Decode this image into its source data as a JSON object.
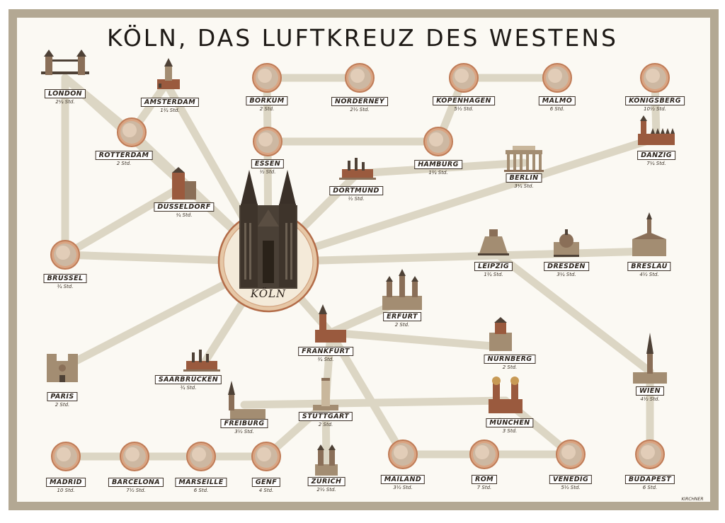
{
  "title": "KÖLN, DAS LUFTKREUZ DES WESTENS",
  "hub": {
    "name": "KÖLN"
  },
  "colors": {
    "frame": "#b3a893",
    "paper": "#fbf9f3",
    "route": "#dcd6c4",
    "marker_ring": "#c07c57",
    "label_border": "#3c3026"
  },
  "cities": [
    {
      "name": "LONDON",
      "time": "2¼ Std.",
      "pictogram": "tower-bridge-icon"
    },
    {
      "name": "AMSTERDAM",
      "time": "1¾ Std.",
      "pictogram": "amsterdam-tower-icon"
    },
    {
      "name": "ROTTERDAM",
      "time": "2 Std.",
      "pictogram": "airport-marker-icon"
    },
    {
      "name": "DÜSSELDORF",
      "time": "¼ Std.",
      "pictogram": "duesseldorf-building-icon"
    },
    {
      "name": "BRÜSSEL",
      "time": "¾ Std.",
      "pictogram": "airport-marker-icon"
    },
    {
      "name": "BORKUM",
      "time": "2 Std.",
      "pictogram": "airport-marker-icon"
    },
    {
      "name": "NORDERNEY",
      "time": "2½ Std.",
      "pictogram": "airport-marker-icon"
    },
    {
      "name": "KOPENHAGEN",
      "time": "5½ Std.",
      "pictogram": "airport-marker-icon"
    },
    {
      "name": "MALMÖ",
      "time": "6 Std.",
      "pictogram": "airport-marker-icon"
    },
    {
      "name": "KÖNIGSBERG",
      "time": "10½ Std.",
      "pictogram": "airport-marker-icon"
    },
    {
      "name": "ESSEN",
      "time": "½ Std.",
      "pictogram": "airport-marker-icon"
    },
    {
      "name": "HAMBURG",
      "time": "1¾ Std.",
      "pictogram": "airport-marker-icon"
    },
    {
      "name": "DORTMUND",
      "time": "½ Std.",
      "pictogram": "factory-icon"
    },
    {
      "name": "BERLIN",
      "time": "3¼ Std.",
      "pictogram": "brandenburg-gate-icon"
    },
    {
      "name": "DANZIG",
      "time": "7¼ Std.",
      "pictogram": "danzig-church-icon"
    },
    {
      "name": "LEIPZIG",
      "time": "1¾ Std.",
      "pictogram": "monument-icon"
    },
    {
      "name": "DRESDEN",
      "time": "3¼ Std.",
      "pictogram": "dome-church-icon"
    },
    {
      "name": "BRESLAU",
      "time": "4½ Std.",
      "pictogram": "town-hall-icon"
    },
    {
      "name": "ERFURT",
      "time": "2 Std.",
      "pictogram": "cathedral-icon"
    },
    {
      "name": "FRANKFURT",
      "time": "¾ Std.",
      "pictogram": "church-icon"
    },
    {
      "name": "NÜRNBERG",
      "time": "2 Std.",
      "pictogram": "castle-tower-icon"
    },
    {
      "name": "WIEN",
      "time": "4½ Std.",
      "pictogram": "spire-church-icon"
    },
    {
      "name": "PARIS",
      "time": "2 Std.",
      "pictogram": "notre-dame-icon"
    },
    {
      "name": "SAARBRÜCKEN",
      "time": "¾ Std.",
      "pictogram": "factory-icon"
    },
    {
      "name": "FREIBURG",
      "time": "3½ Std.",
      "pictogram": "minster-icon"
    },
    {
      "name": "STUTTGART",
      "time": "2 Std.",
      "pictogram": "tower-icon"
    },
    {
      "name": "MÜNCHEN",
      "time": "3 Std.",
      "pictogram": "twin-domes-icon"
    },
    {
      "name": "MADRID",
      "time": "10 Std.",
      "pictogram": "airport-marker-icon"
    },
    {
      "name": "BARCELONA",
      "time": "7½ Std.",
      "pictogram": "airport-marker-icon"
    },
    {
      "name": "MARSEILLE",
      "time": "6 Std.",
      "pictogram": "airport-marker-icon"
    },
    {
      "name": "GENF",
      "time": "4 Std.",
      "pictogram": "airport-marker-icon"
    },
    {
      "name": "ZÜRICH",
      "time": "2½ Std.",
      "pictogram": "grossmuenster-icon"
    },
    {
      "name": "MAILAND",
      "time": "3½ Std.",
      "pictogram": "airport-marker-icon"
    },
    {
      "name": "ROM",
      "time": "7 Std.",
      "pictogram": "airport-marker-icon"
    },
    {
      "name": "VENEDIG",
      "time": "5½ Std.",
      "pictogram": "airport-marker-icon"
    },
    {
      "name": "BUDAPEST",
      "time": "6 Std.",
      "pictogram": "airport-marker-icon"
    }
  ],
  "signature": "KIRCHNER"
}
